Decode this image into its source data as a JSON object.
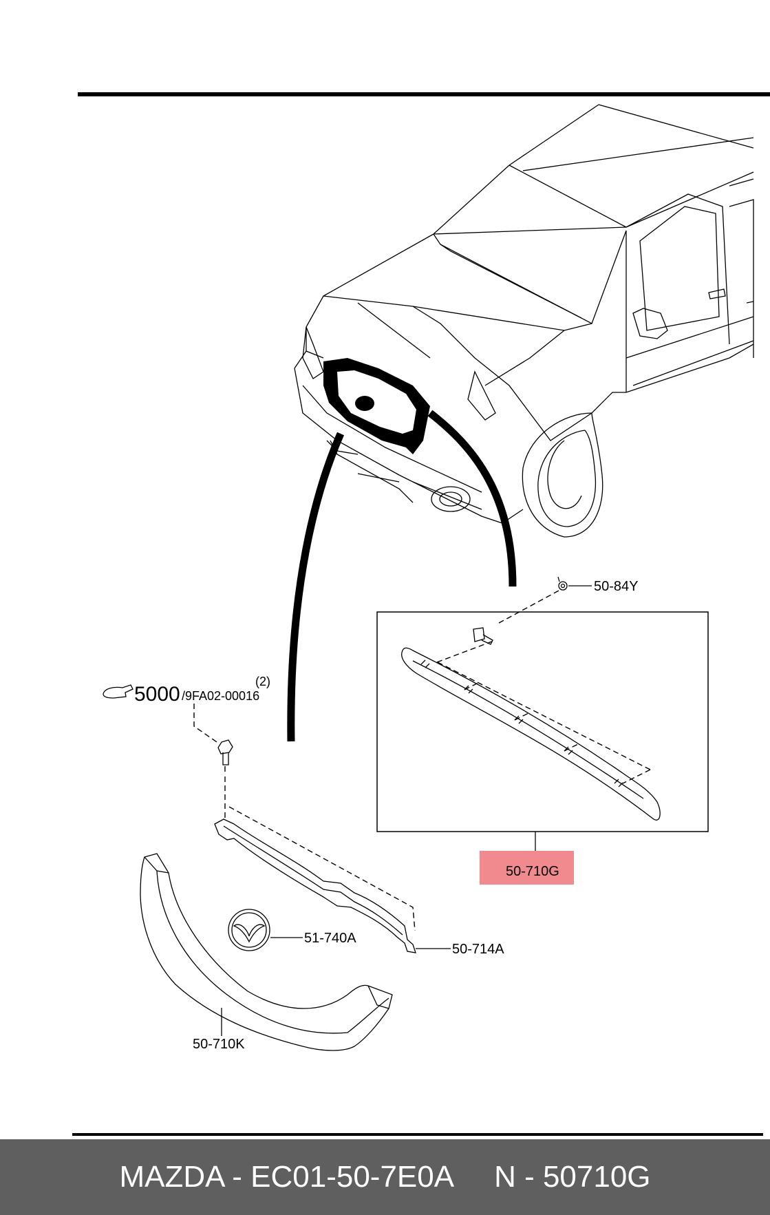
{
  "callouts": {
    "clip_top": "50-84Y",
    "garnish": "50-710G",
    "bracket": "50-714A",
    "emblem": "51-740A",
    "grille": "50-710K",
    "fastener_number": "5000",
    "fastener_ref": "/9FA02-00016",
    "fastener_qty": "(2)"
  },
  "highlight_color": "#f08a8e",
  "footer": {
    "part_left": "MAZDA - EC01-50-7E0A",
    "part_right": "N - 50710G"
  }
}
